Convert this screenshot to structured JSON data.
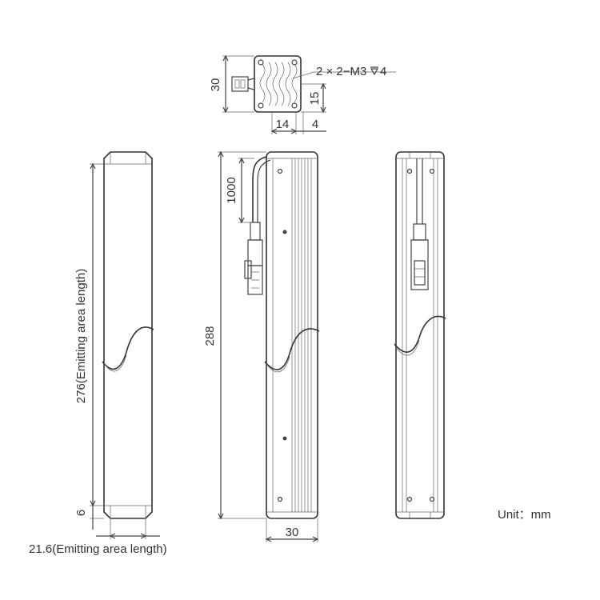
{
  "dimensions": {
    "top_height": "30",
    "top_hole_spec": "2 × 2−M3",
    "top_hole_depth": "4",
    "top_offset_15": "15",
    "top_width_14": "14",
    "top_width_4": "4",
    "cable_length": "1000",
    "total_length": "288",
    "emitting_length": "276(Emitting area length)",
    "end_offset": "6",
    "width": "30",
    "emitting_width": "21.6(Emitting area length)"
  },
  "unit_label": "Unit：mm",
  "colors": {
    "line": "#444444",
    "text": "#333333",
    "background": "#ffffff"
  }
}
